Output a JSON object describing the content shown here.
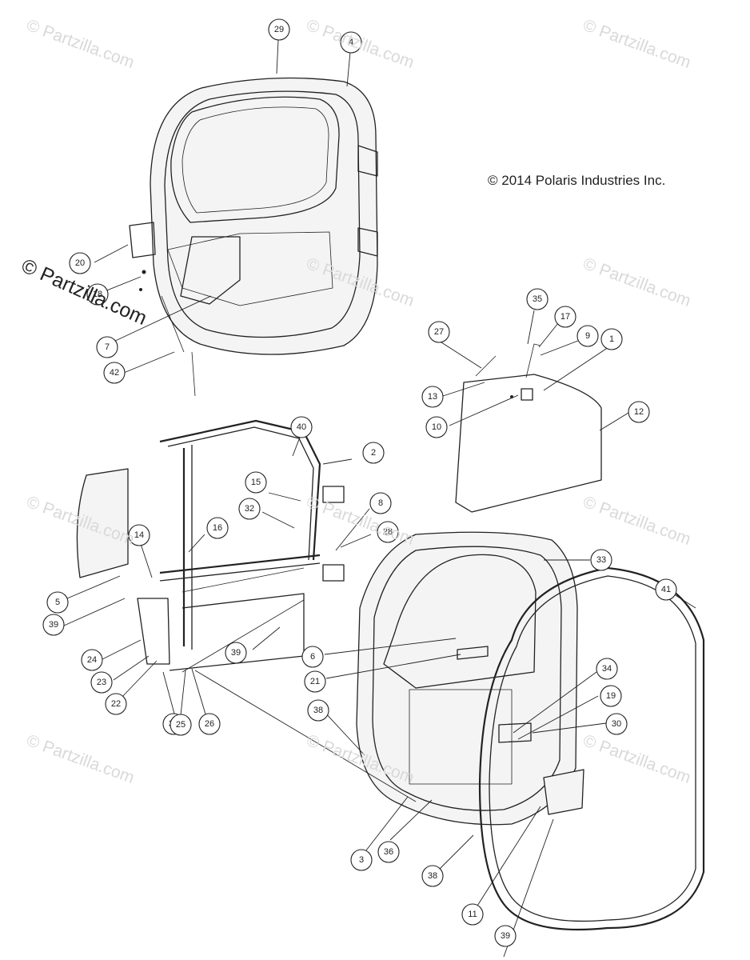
{
  "copyright": "© 2014 Polaris Industries  Inc.",
  "watermark": {
    "text": "© Partzilla.com",
    "primary_text": "© Partzilla.com"
  },
  "callouts": [
    "29",
    "4",
    "20",
    "18",
    "7",
    "42",
    "27",
    "35",
    "17",
    "9",
    "1",
    "13",
    "10",
    "12",
    "40",
    "2",
    "15",
    "32",
    "16",
    "8",
    "28",
    "14",
    "5",
    "39",
    "24",
    "23",
    "22",
    "31",
    "25",
    "26",
    "33",
    "41",
    "6",
    "21",
    "34",
    "19",
    "30",
    "38",
    "3",
    "36",
    "11"
  ],
  "colors": {
    "line": "#222222",
    "watermark": "#d9d9d9",
    "background": "#ffffff"
  }
}
